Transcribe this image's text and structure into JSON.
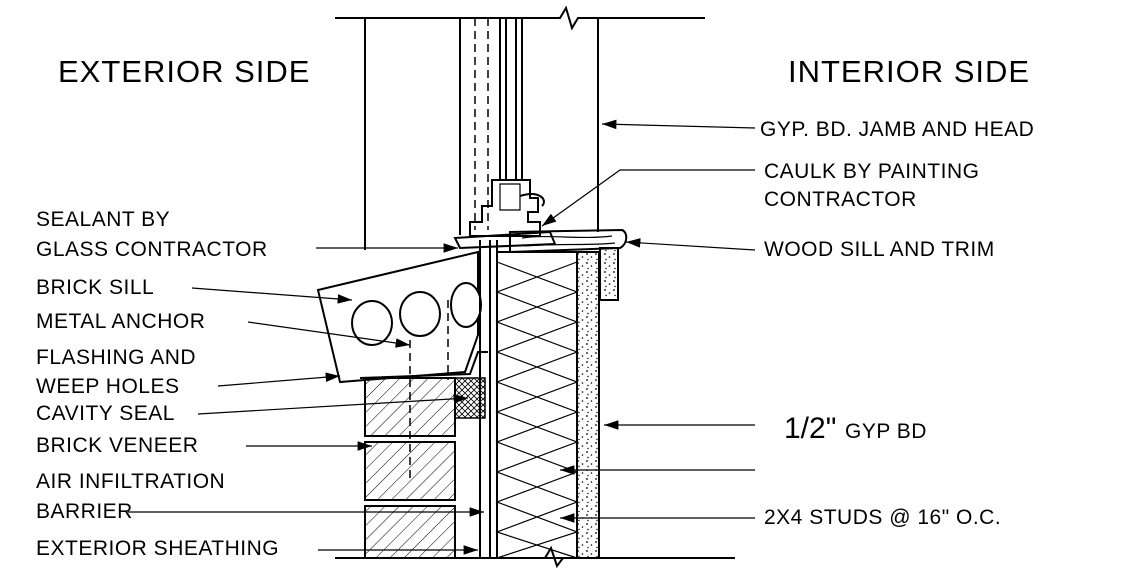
{
  "headings": {
    "exterior": "EXTERIOR SIDE",
    "interior": "INTERIOR SIDE"
  },
  "left_callouts": {
    "sealant_1": "SEALANT BY",
    "sealant_2": "GLASS CONTRACTOR",
    "brick_sill": "BRICK SILL",
    "metal_anchor": "METAL ANCHOR",
    "flashing_1": "FLASHING AND",
    "flashing_2": "WEEP HOLES",
    "cavity_seal": "CAVITY SEAL",
    "brick_veneer": "BRICK VENEER",
    "air_1": "AIR INFILTRATION",
    "air_2": "BARRIER",
    "ext_sheathing": "EXTERIOR SHEATHING"
  },
  "right_callouts": {
    "gyp_jamb": "GYP. BD. JAMB AND HEAD",
    "caulk_1": "CAULK BY PAINTING",
    "caulk_2": "CONTRACTOR",
    "wood_sill": "WOOD SILL AND TRIM",
    "gyp_fraction": "1/2\"",
    "gyp_bd": "GYP BD",
    "studs": "2X4 STUDS @ 16\" O.C."
  }
}
